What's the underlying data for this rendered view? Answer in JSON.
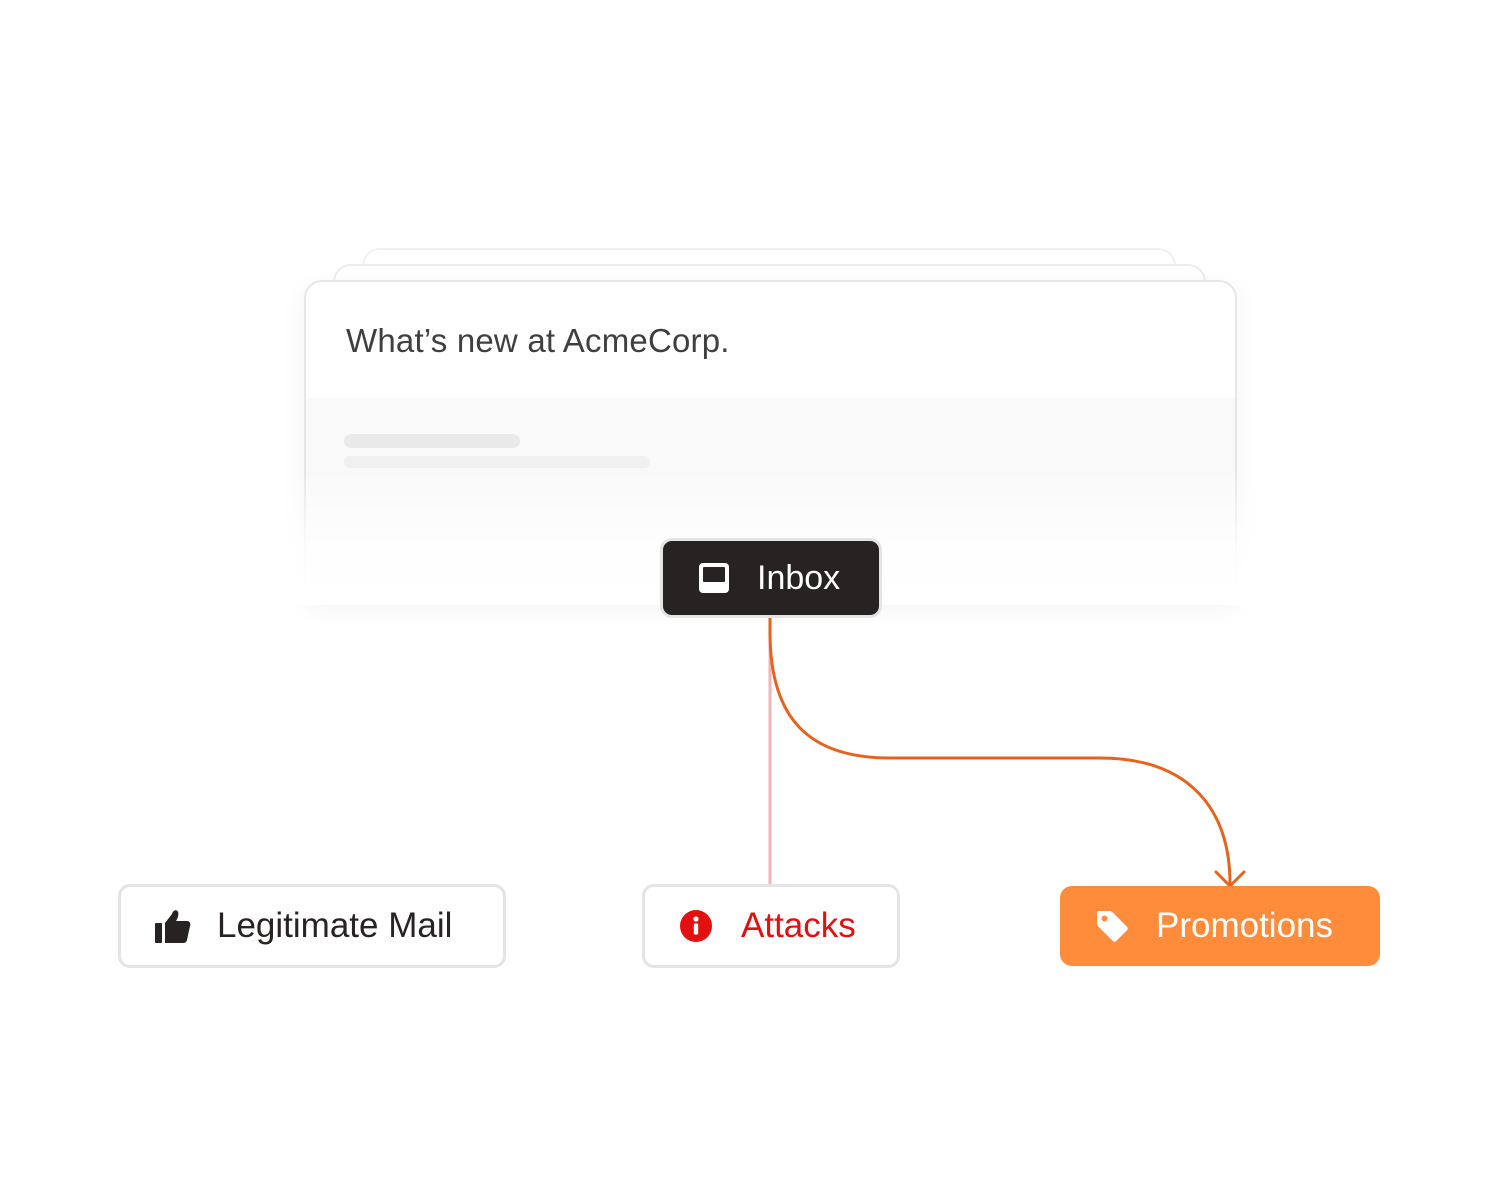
{
  "email": {
    "subject": "What’s new at AcmeCorp."
  },
  "nodes": {
    "inbox": {
      "label": "Inbox",
      "icon": "inbox-icon"
    },
    "legitimate": {
      "label": "Legitimate Mail",
      "icon": "thumbs-up-icon"
    },
    "attacks": {
      "label": "Attacks",
      "icon": "info-alert-icon"
    },
    "promotions": {
      "label": "Promotions",
      "icon": "tag-icon"
    }
  },
  "colors": {
    "inbox_bg": "#262322",
    "attack": "#e41010",
    "attack_line": "#f6b3b6",
    "promotion": "#ff8c3b",
    "promotion_line": "#e8621e"
  }
}
